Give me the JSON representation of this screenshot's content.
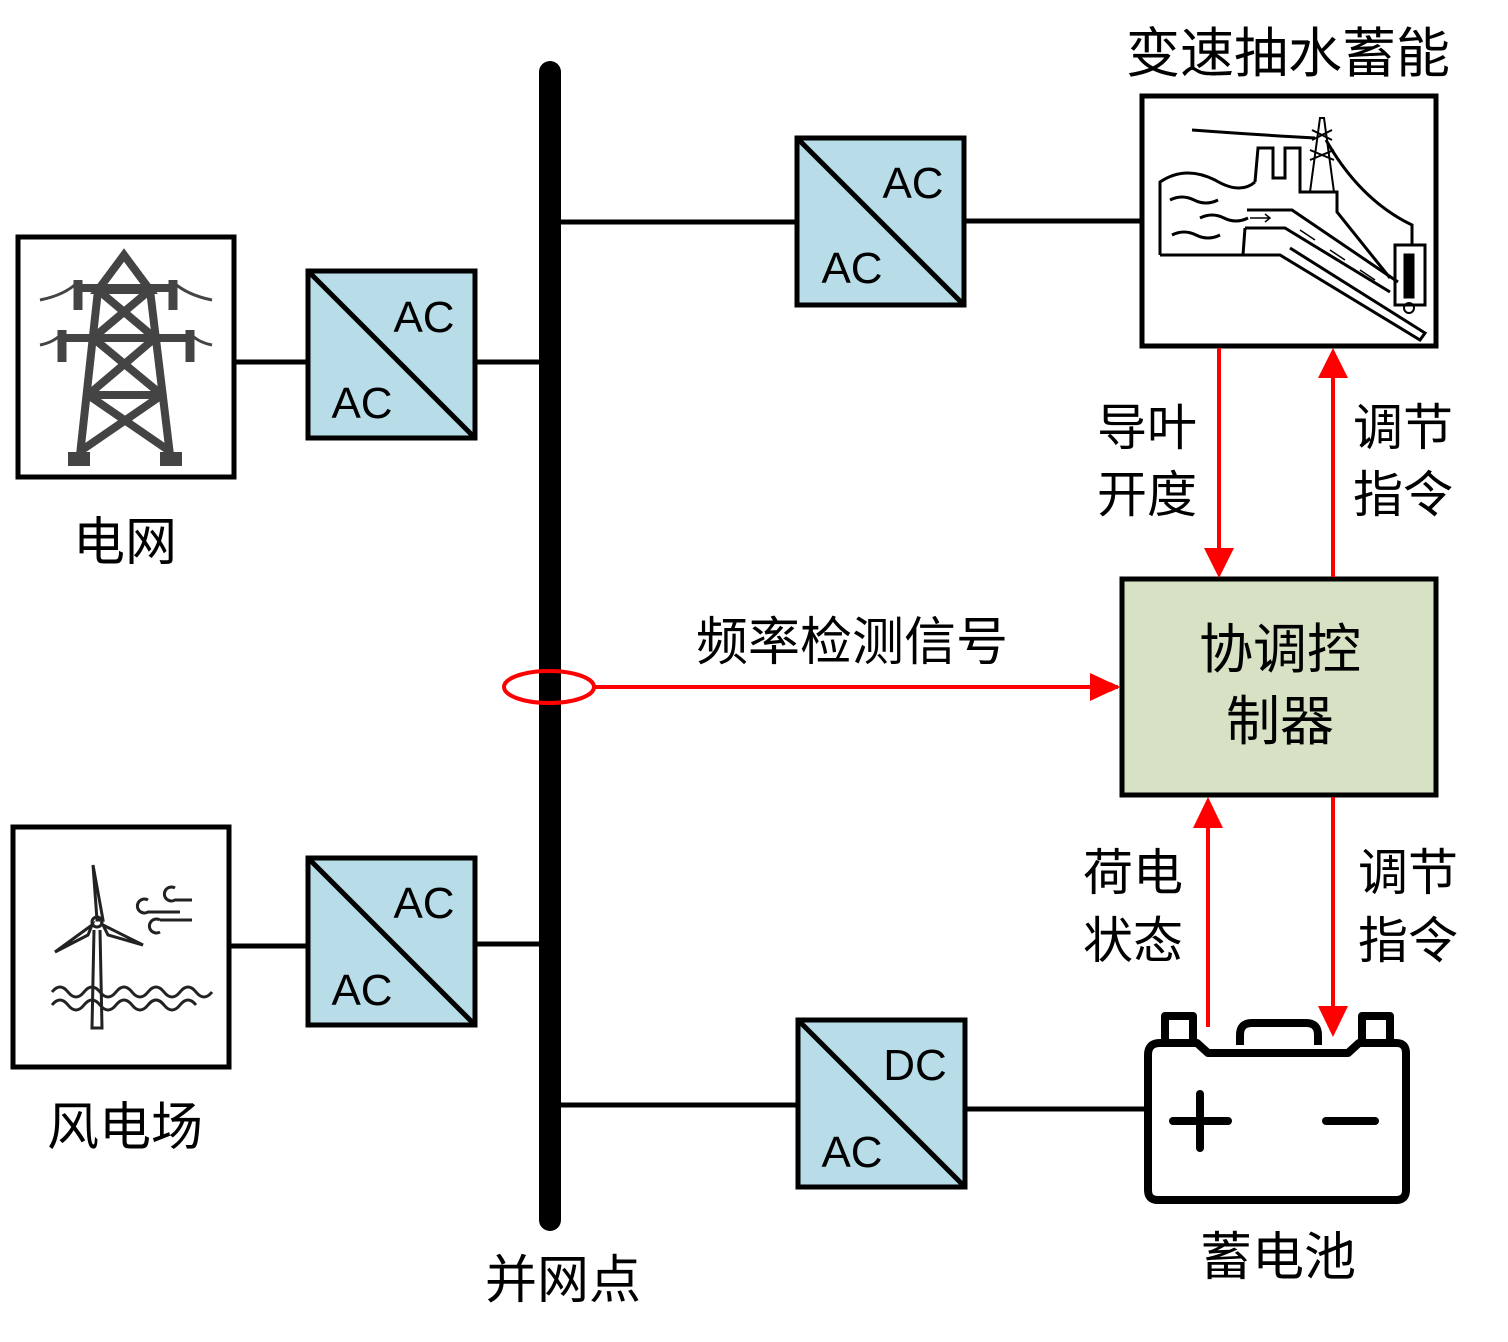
{
  "colors": {
    "converter_fill": "#b8dde8",
    "controller_fill": "#d6e2c3",
    "signal": "#ff0000",
    "line": "#000000",
    "icon_gray": "#444444"
  },
  "bus": {
    "label": "并网点"
  },
  "grid": {
    "label": "电网",
    "icon": "transmission-tower-icon"
  },
  "wind_farm": {
    "label": "风电场",
    "icon": "offshore-wind-turbine-icon"
  },
  "pumped_storage": {
    "label": "变速抽水蓄能",
    "icon": "pumped-hydro-plant-icon"
  },
  "battery": {
    "label": "蓄电池",
    "icon": "battery-icon",
    "positive": "+",
    "negative": "−"
  },
  "controller": {
    "line1": "协调控",
    "line2": "制器"
  },
  "converters": {
    "grid": {
      "top": "AC",
      "bottom": "AC"
    },
    "wind": {
      "top": "AC",
      "bottom": "AC"
    },
    "pumped": {
      "top": "AC",
      "bottom": "AC"
    },
    "battery": {
      "top": "DC",
      "bottom": "AC"
    }
  },
  "signals": {
    "frequency": "频率检测信号",
    "guide_vane": {
      "line1": "导叶",
      "line2": "开度"
    },
    "pumped_cmd": {
      "line1": "调节",
      "line2": "指令"
    },
    "soc": {
      "line1": "荷电",
      "line2": "状态"
    },
    "battery_cmd": {
      "line1": "调节",
      "line2": "指令"
    }
  }
}
